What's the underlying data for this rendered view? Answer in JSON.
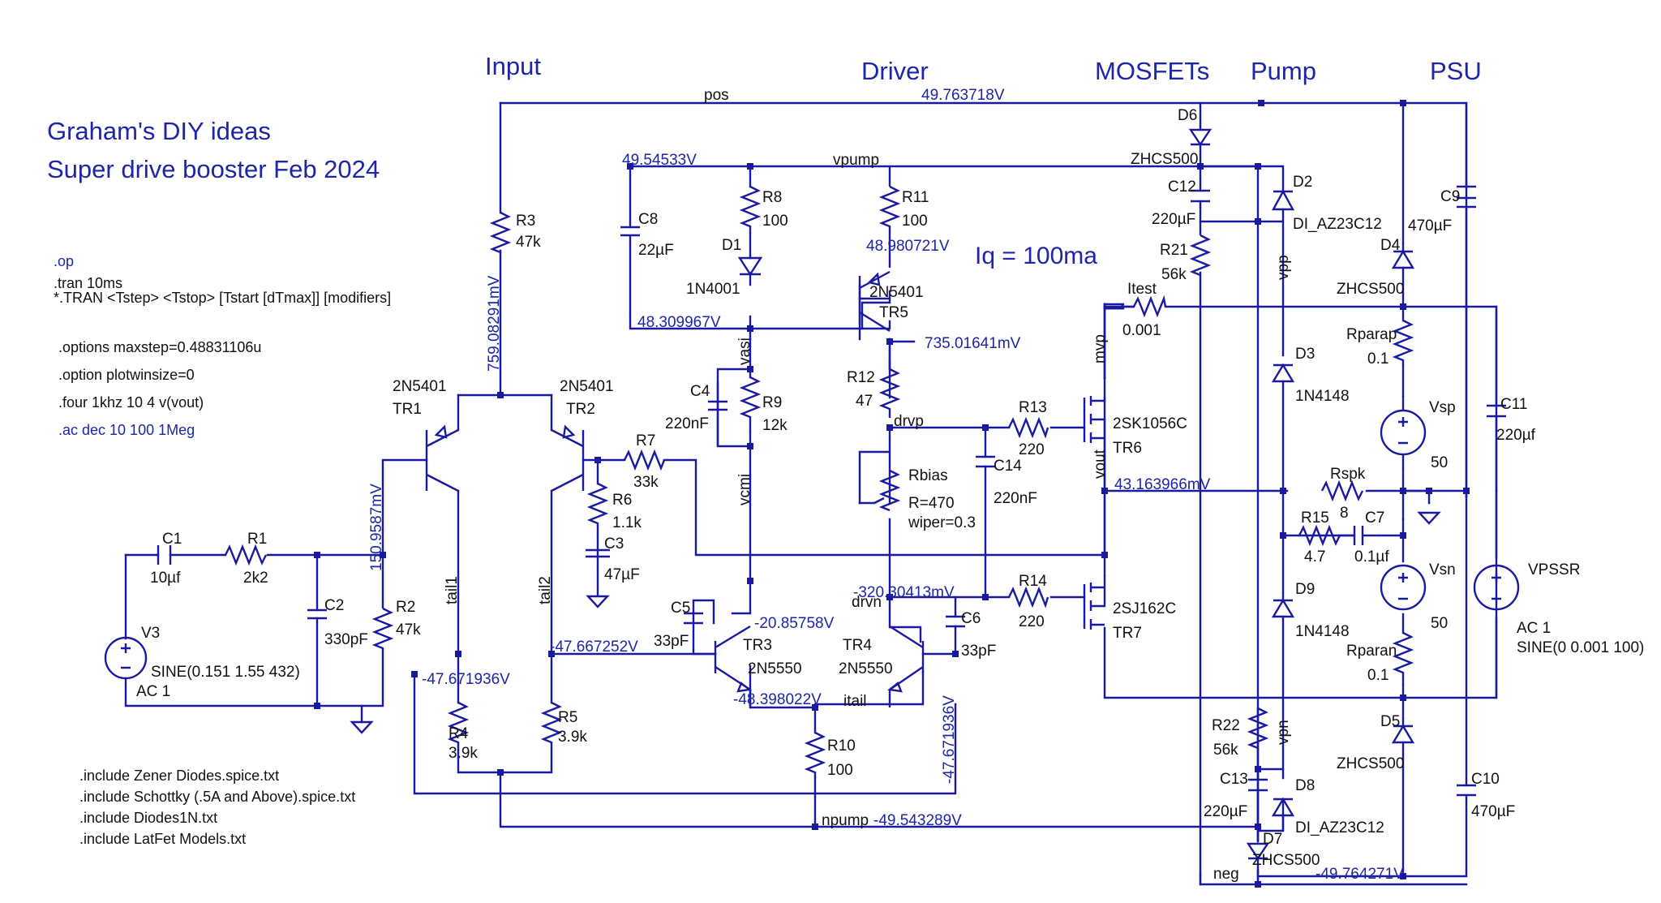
{
  "title": {
    "line1": "Graham's DIY ideas",
    "line2": "Super drive booster Feb 2024"
  },
  "sections": {
    "input": "Input",
    "driver": "Driver",
    "mosfets": "MOSFETs",
    "pump": "Pump",
    "psu": "PSU"
  },
  "annotation": {
    "iq": "Iq = 100ma"
  },
  "directives": {
    "op": ".op",
    "tran": ".tran 10ms",
    "tran_help": "*.TRAN <Tstep> <Tstop> [Tstart [dTmax]] [modifiers]",
    "options": ".options maxstep=0.48831106u",
    "plotwin": ".option plotwinsize=0",
    "four": ".four 1khz 10 4 v(vout)",
    "ac": ".ac dec 10 100 1Meg",
    "inc1": ".include Zener Diodes.spice.txt",
    "inc2": ".include Schottky (.5A and Above).spice.txt",
    "inc3": ".include Diodes1N.txt",
    "inc4": ".include LatFet Models.txt"
  },
  "nets": {
    "pos": "pos",
    "vpump": "vpump",
    "vasi": "vasi",
    "vcmi": "vcmi",
    "drvp": "drvp",
    "drvn": "drvn",
    "mvp": "mvp",
    "vout": "vout",
    "tail1": "tail1",
    "tail2": "tail2",
    "itail": "itail",
    "npump": "npump",
    "neg": "neg",
    "vpp": "vpp",
    "vpn": "vpn"
  },
  "voltages": {
    "pos": "49.763718V",
    "vpump": "49.54533V",
    "r11": "48.980721V",
    "vasi": "48.309967V",
    "tr5e": "735.01641mV",
    "r3": "759.08291mV",
    "in": "150.9587mV",
    "vout": "43.163966mV",
    "drvn": "-320.30413mV",
    "tr3e": "-20.85758V",
    "tail2": "-47.667252V",
    "tail1": "-47.671936V",
    "tr3c": "-48.398022V",
    "r10": "-47.671936V",
    "npump": "-49.543289V",
    "neg": "-49.764271V"
  },
  "components": {
    "r1": {
      "name": "R1",
      "value": "2k2"
    },
    "r2": {
      "name": "R2",
      "value": "47k"
    },
    "r3": {
      "name": "R3",
      "value": "47k"
    },
    "r4": {
      "name": "R4",
      "value": "3.9k"
    },
    "r5": {
      "name": "R5",
      "value": "3.9k"
    },
    "r6": {
      "name": "R6",
      "value": "1.1k"
    },
    "r7": {
      "name": "R7",
      "value": "33k"
    },
    "r8": {
      "name": "R8",
      "value": "100"
    },
    "r9": {
      "name": "R9",
      "value": "12k"
    },
    "r10": {
      "name": "R10",
      "value": "100"
    },
    "r11": {
      "name": "R11",
      "value": "100"
    },
    "r12": {
      "name": "R12",
      "value": "47"
    },
    "r13": {
      "name": "R13",
      "value": "220"
    },
    "r14": {
      "name": "R14",
      "value": "220"
    },
    "r15": {
      "name": "R15",
      "value": "4.7"
    },
    "r21": {
      "name": "R21",
      "value": "56k"
    },
    "r22": {
      "name": "R22",
      "value": "56k"
    },
    "rbias": {
      "name": "Rbias",
      "value": "R=470",
      "extra": "wiper=0.3"
    },
    "itest": {
      "name": "Itest",
      "value": "0.001"
    },
    "rparap": {
      "name": "Rparap",
      "value": "0.1"
    },
    "rparan": {
      "name": "Rparan",
      "value": "0.1"
    },
    "rspk": {
      "name": "Rspk",
      "value": "8"
    },
    "c1": {
      "name": "C1",
      "value": "10µf"
    },
    "c2": {
      "name": "C2",
      "value": "330pF"
    },
    "c3": {
      "name": "C3",
      "value": "47µF"
    },
    "c4": {
      "name": "C4",
      "value": "220nF"
    },
    "c5": {
      "name": "C5",
      "value": "33pF"
    },
    "c6": {
      "name": "C6",
      "value": "33pF"
    },
    "c7": {
      "name": "C7",
      "value": "0.1µf"
    },
    "c8": {
      "name": "C8",
      "value": "22µF"
    },
    "c9": {
      "name": "C9",
      "value": "470µF"
    },
    "c10": {
      "name": "C10",
      "value": "470µF"
    },
    "c11": {
      "name": "C11",
      "value": "220µf"
    },
    "c12": {
      "name": "C12",
      "value": "220µF"
    },
    "c13": {
      "name": "C13",
      "value": "220µF"
    },
    "c14": {
      "name": "C14",
      "value": "220nF"
    },
    "d1": {
      "name": "D1",
      "value": "1N4001"
    },
    "d2": {
      "name": "D2",
      "value": "DI_AZ23C12"
    },
    "d3": {
      "name": "D3",
      "value": "1N4148"
    },
    "d4": {
      "name": "D4",
      "value": "ZHCS500"
    },
    "d5": {
      "name": "D5",
      "value": "ZHCS500"
    },
    "d6": {
      "name": "D6",
      "value": "ZHCS500"
    },
    "d7": {
      "name": "D7",
      "value": "ZHCS500"
    },
    "d8": {
      "name": "D8",
      "value": "DI_AZ23C12"
    },
    "d9": {
      "name": "D9",
      "value": "1N4148"
    },
    "tr1": {
      "name": "TR1",
      "value": "2N5401"
    },
    "tr2": {
      "name": "TR2",
      "value": "2N5401"
    },
    "tr3": {
      "name": "TR3",
      "value": "2N5550"
    },
    "tr4": {
      "name": "TR4",
      "value": "2N5550"
    },
    "tr5": {
      "name": "TR5",
      "value": "2N5401"
    },
    "tr6": {
      "name": "TR6",
      "value": "2SK1056C"
    },
    "tr7": {
      "name": "TR7",
      "value": "2SJ162C"
    },
    "v3": {
      "name": "V3",
      "value": "SINE(0.151 1.55 432)",
      "extra": "AC 1"
    },
    "vsp": {
      "name": "Vsp",
      "value": "50"
    },
    "vsn": {
      "name": "Vsn",
      "value": "50"
    },
    "vpssr": {
      "name": "VPSSR",
      "value": "SINE(0 0.001 100)",
      "extra": "AC 1"
    }
  },
  "colors": {
    "wire": "#1a1aa0",
    "annotation": "#1d25a8",
    "text": "#111111",
    "background": "#ffffff"
  }
}
